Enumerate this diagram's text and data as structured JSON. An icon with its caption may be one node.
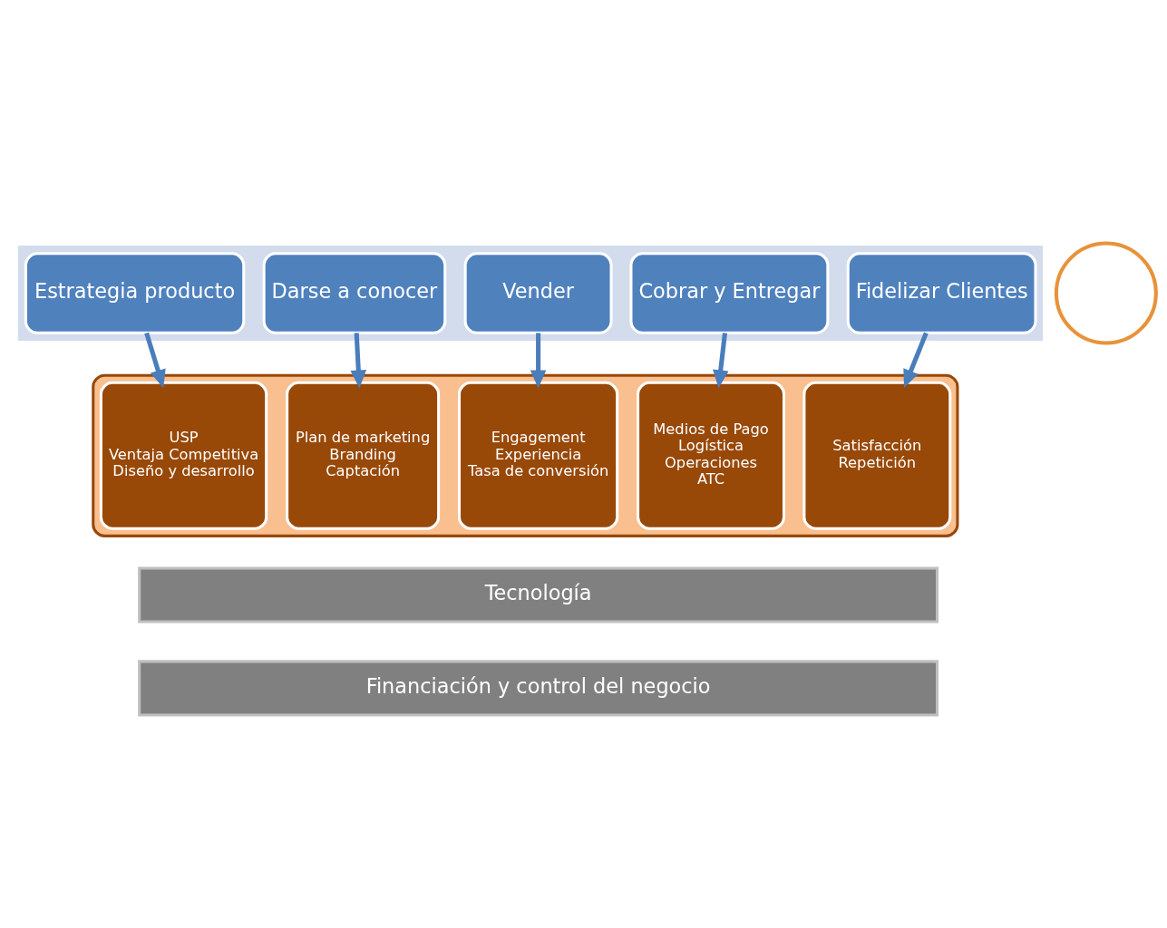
{
  "diagram": {
    "nodes": [
      {
        "text": [],
        "shape": "arrow"
      },
      {
        "text": [
          "Estrategia producto"
        ],
        "in": 0
      },
      {
        "text": [
          "Darse a conocer"
        ],
        "in": 0
      },
      {
        "text": [
          "Vender"
        ],
        "in": 0
      },
      {
        "text": [
          "Cobrar y Entregar"
        ],
        "in": 0
      },
      {
        "text": [
          "Fidelizar Clientes"
        ],
        "in": 0
      },
      {
        "text": [],
        "shape": "circle"
      },
      {
        "text": [],
        "shape": "box"
      },
      {
        "text": [
          "USP",
          "Ventaja Competitiva",
          "Diseño y desarrollo"
        ],
        "in": 7
      },
      {
        "text": [
          "Plan de marketing",
          "Branding",
          "Captación"
        ],
        "in": 7
      },
      {
        "text": [
          "Engagement",
          "Experiencia",
          "Tasa de conversión"
        ],
        "in": 7
      },
      {
        "text": [
          "Medios de Pago",
          "Logística",
          "Operaciones",
          "ATC"
        ],
        "in": 7
      },
      {
        "text": [
          "Satisfacción",
          "Repetición"
        ],
        "in": 7
      },
      {
        "text": [
          "Tecnología"
        ]
      },
      {
        "text": [
          "Financiación y control del negocio"
        ]
      }
    ],
    "edges": [
      {
        "from": 1,
        "to": 8,
        "arrow": "to"
      },
      {
        "from": 2,
        "to": 9,
        "arrow": "to"
      },
      {
        "from": 3,
        "to": 10,
        "arrow": "to"
      },
      {
        "from": 4,
        "to": 11,
        "arrow": "to"
      },
      {
        "from": 5,
        "to": 12,
        "arrow": "to"
      }
    ]
  }
}
